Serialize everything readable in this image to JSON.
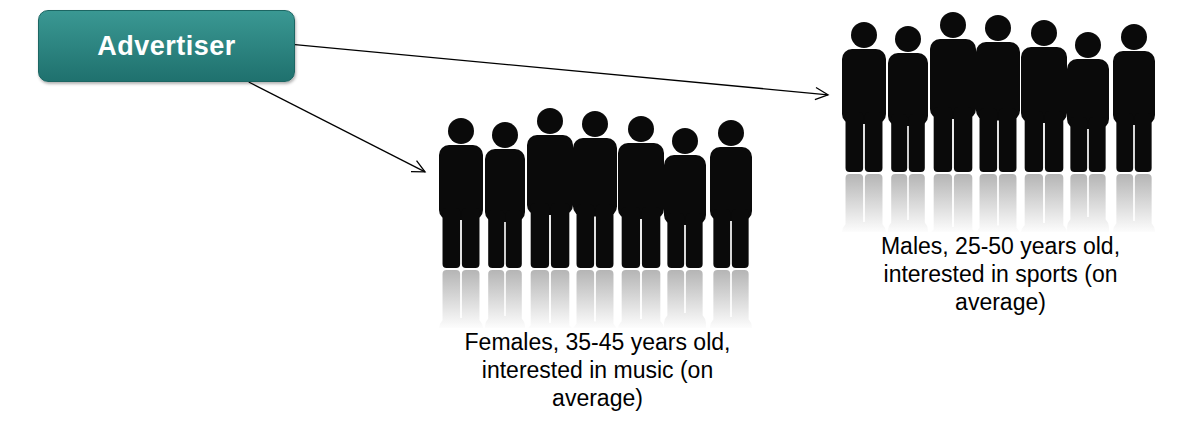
{
  "diagram": {
    "nodes": [
      {
        "text": [
          "Advertiser"
        ]
      },
      {
        "text": [
          "Males, 25-50 years old, interested in sports (on average)"
        ]
      },
      {
        "text": [
          "Females, 35-45 years old, interested in music (on average)"
        ]
      }
    ],
    "edges": [
      {
        "from": 0,
        "to": 1,
        "arrow": "to"
      },
      {
        "from": 0,
        "to": 2,
        "arrow": "to"
      }
    ]
  }
}
